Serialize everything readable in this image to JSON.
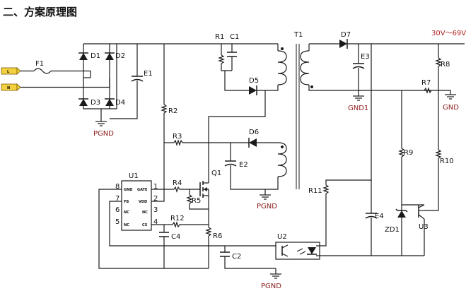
{
  "heading": "二、方案原理图",
  "output_label": "30V～69V",
  "inputs": {
    "line": "L",
    "neutral": "N"
  },
  "components": {
    "F1": "F1",
    "D1": "D1",
    "D2": "D2",
    "D3": "D3",
    "D4": "D4",
    "E1": "E1",
    "R1": "R1",
    "C1": "C1",
    "T1": "T1",
    "D5": "D5",
    "D6": "D6",
    "D7": "D7",
    "E2": "E2",
    "E3": "E3",
    "E4": "E4",
    "R2": "R2",
    "R3": "R3",
    "R4": "R4",
    "R5": "R5",
    "R6": "R6",
    "R7": "R7",
    "R8": "R8",
    "R9": "R9",
    "R10": "R10",
    "R11": "R11",
    "R12": "R12",
    "C2": "C2",
    "C4": "C4",
    "Q1": "Q1",
    "U1": "U1",
    "U2": "U2",
    "U3": "U3",
    "ZD1": "ZD1"
  },
  "grounds": {
    "pgnd_bridge": "PGND",
    "pgnd_aux": "PGND",
    "pgnd_bottom": "PGND",
    "gnd1": "GND1",
    "gnd": "GND"
  },
  "u1": {
    "pins_left": [
      "8",
      "7",
      "6",
      "5"
    ],
    "pins_right": [
      "1",
      "2",
      "3",
      "4"
    ],
    "inner_left": [
      "GND",
      "FB",
      "NC",
      "NC"
    ],
    "inner_right": [
      "GATE",
      "VDD",
      "NC",
      "CS"
    ]
  }
}
